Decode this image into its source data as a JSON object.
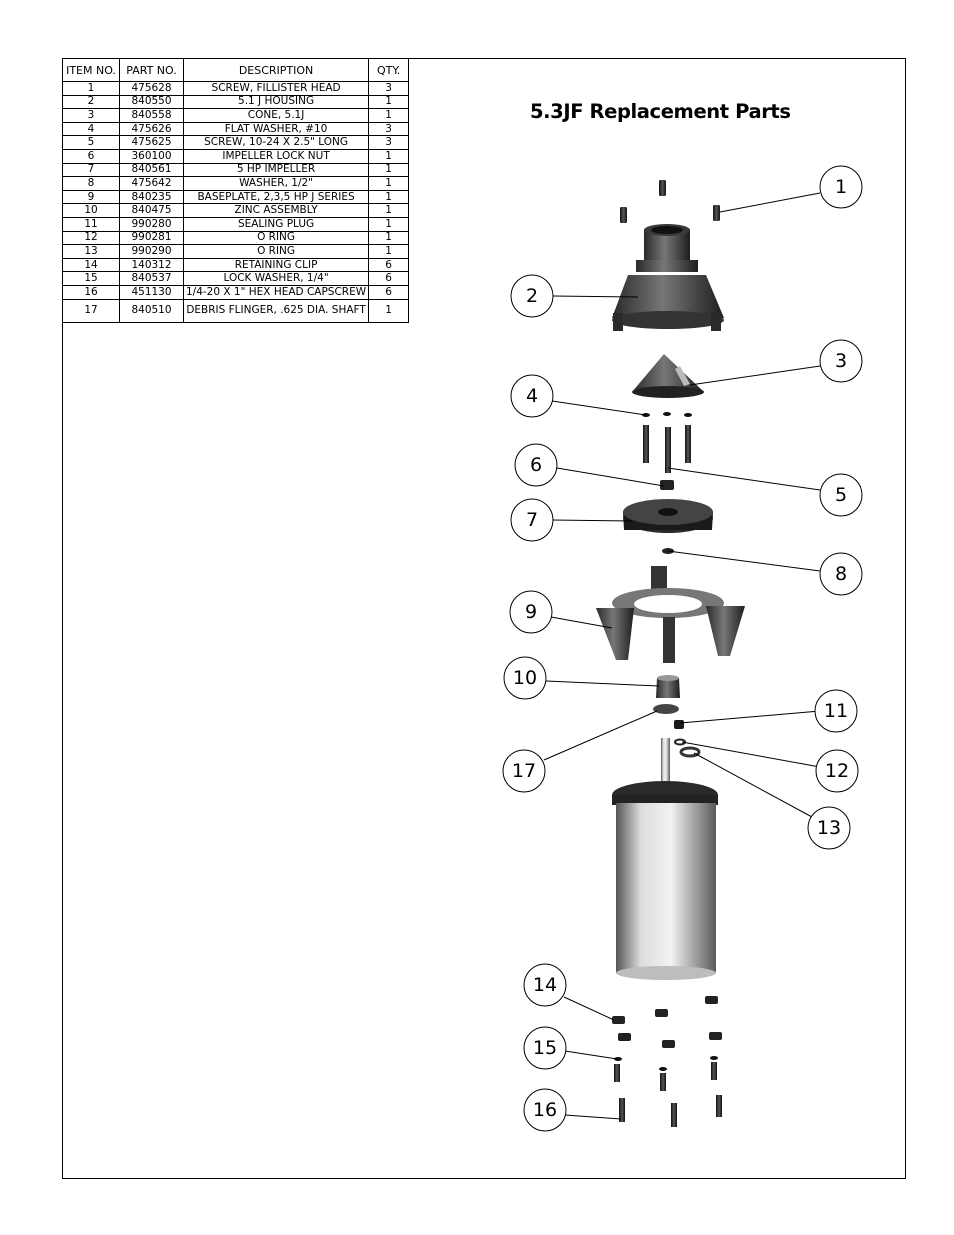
{
  "title": "5.3JF Replacement Parts",
  "table": {
    "headers": [
      "ITEM NO.",
      "PART NO.",
      "DESCRIPTION",
      "QTY."
    ],
    "rows": [
      {
        "item": "1",
        "part": "475628",
        "desc": "SCREW, FILLISTER HEAD",
        "qty": "3"
      },
      {
        "item": "2",
        "part": "840550",
        "desc": "5.1 J HOUSING",
        "qty": "1"
      },
      {
        "item": "3",
        "part": "840558",
        "desc": "CONE, 5.1J",
        "qty": "1"
      },
      {
        "item": "4",
        "part": "475626",
        "desc": "FLAT WASHER, #10",
        "qty": "3"
      },
      {
        "item": "5",
        "part": "475625",
        "desc": "SCREW, 10-24 X 2.5\" LONG",
        "qty": "3"
      },
      {
        "item": "6",
        "part": "360100",
        "desc": "IMPELLER LOCK NUT",
        "qty": "1"
      },
      {
        "item": "7",
        "part": "840561",
        "desc": "5 HP IMPELLER",
        "qty": "1"
      },
      {
        "item": "8",
        "part": "475642",
        "desc": "WASHER, 1/2\"",
        "qty": "1"
      },
      {
        "item": "9",
        "part": "840235",
        "desc": "BASEPLATE, 2,3,5 HP J SERIES",
        "qty": "1"
      },
      {
        "item": "10",
        "part": "840475",
        "desc": "ZINC ASSEMBLY",
        "qty": "1"
      },
      {
        "item": "11",
        "part": "990280",
        "desc": "SEALING PLUG",
        "qty": "1"
      },
      {
        "item": "12",
        "part": "990281",
        "desc": "O RING",
        "qty": "1"
      },
      {
        "item": "13",
        "part": "990290",
        "desc": "O RING",
        "qty": "1"
      },
      {
        "item": "14",
        "part": "140312",
        "desc": "RETAINING CLIP",
        "qty": "6"
      },
      {
        "item": "15",
        "part": "840537",
        "desc": "LOCK WASHER, 1/4\"",
        "qty": "6"
      },
      {
        "item": "16",
        "part": "451130",
        "desc": "1/4-20 X 1\" HEX HEAD CAPSCREW",
        "qty": "6"
      },
      {
        "item": "17",
        "part": "840510",
        "desc": "DEBRIS FLINGER, .625 DIA. SHAFT",
        "qty": "1"
      }
    ]
  },
  "callouts": [
    "1",
    "2",
    "3",
    "4",
    "5",
    "6",
    "7",
    "8",
    "9",
    "10",
    "11",
    "12",
    "13",
    "14",
    "15",
    "16",
    "17"
  ]
}
